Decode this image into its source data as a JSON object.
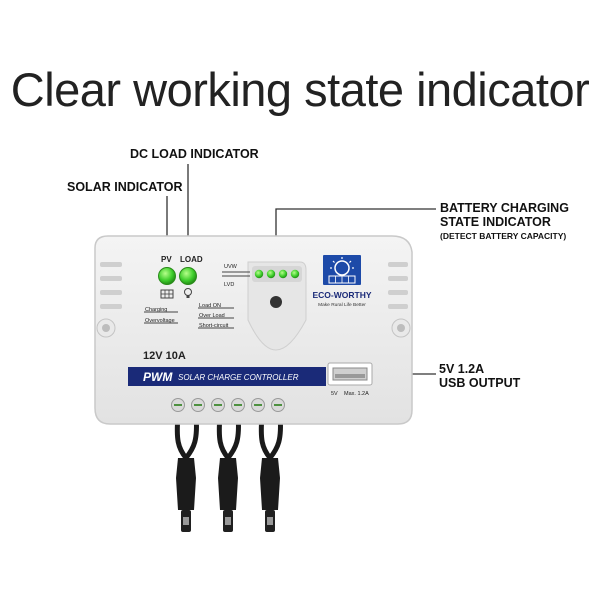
{
  "headline": "Clear working state indicator",
  "callouts": {
    "dc_load": "DC LOAD INDICATOR",
    "solar": "SOLAR INDICATOR",
    "battery_line1": "BATTERY CHARGING",
    "battery_line2": "STATE INDICATOR",
    "battery_line3": "(DETECT BATTERY CAPACITY)",
    "usb_line1": "5V 1.2A",
    "usb_line2": "USB OUTPUT"
  },
  "device": {
    "pv_label": "PV",
    "load_label": "LOAD",
    "uvw_label": "UVW",
    "lvd_label": "LVD",
    "charging_label": "Charging",
    "overvoltage_label": "Overvoltage",
    "load_on_label": "Load ON",
    "over_load_label": "Over Load",
    "short_circuit_label": "Short-circuit",
    "brand": "ECO-WORTHY",
    "tagline": "Make Rural Life Better",
    "rating": "12V 10A",
    "banner_main": "PWM",
    "banner_rest": "SOLAR CHARGE CONTROLLER",
    "usb_spec_v": "5V",
    "usb_spec_a": "Max. 1.2A"
  },
  "colors": {
    "led_green": "#3ccc2a",
    "banner_navy": "#1a2a78",
    "logo_blue": "#1d4aa8",
    "body_white": "#eeeeee"
  }
}
